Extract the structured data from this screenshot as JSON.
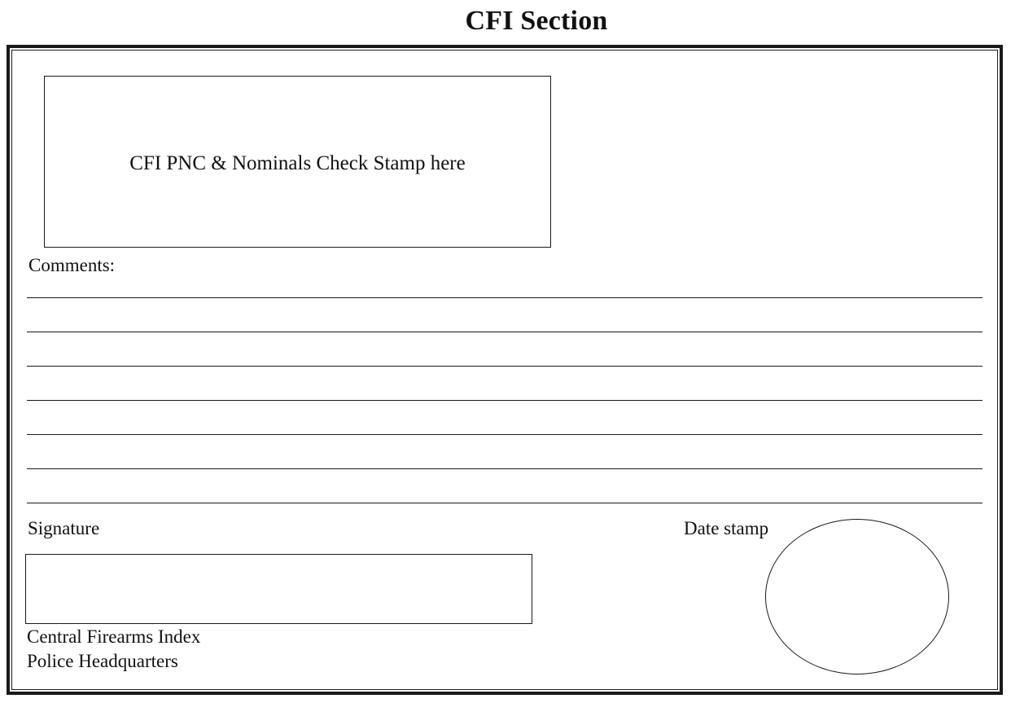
{
  "form": {
    "title": "CFI Section",
    "stamp_box_label": "CFI PNC & Nominals Check Stamp here",
    "comments_label": "Comments:",
    "comment_line_count": 7,
    "signature_label": "Signature",
    "date_stamp_label": "Date stamp",
    "footer_line_1": "Central Firearms Index",
    "footer_line_2": "Police Headquarters"
  }
}
